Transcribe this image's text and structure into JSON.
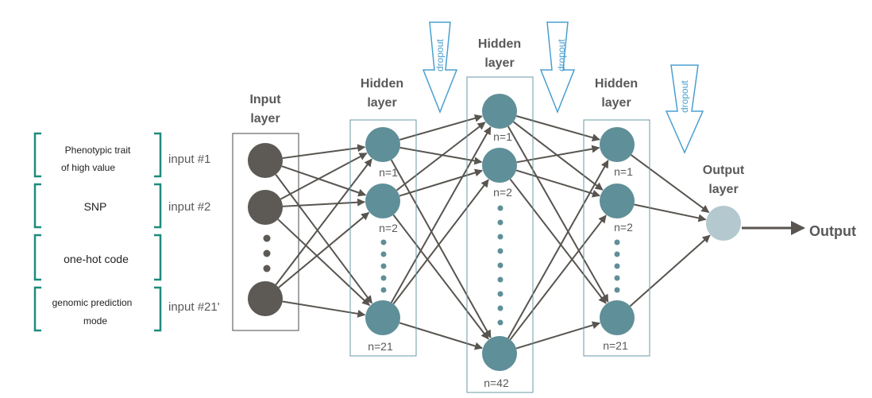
{
  "colors": {
    "input_node": "#5d5955",
    "hidden_node": "#5f8f98",
    "output_node": "#b3c9cf",
    "box_border_teal": "#1f8a7e",
    "dropout_arrow": "#4a9fd0",
    "edge": "#58544f",
    "layer_frame": "#4a4a4a",
    "hidden_frame": "#6a9aa4"
  },
  "inputs": [
    {
      "lines": [
        "Phenotypic trait",
        "of high value"
      ],
      "label": "input #1"
    },
    {
      "lines": [
        "SNP"
      ],
      "label": "input #2"
    },
    {
      "lines": [
        "one-hot code"
      ],
      "label": ""
    },
    {
      "lines": [
        "genomic prediction",
        "mode"
      ],
      "label": "input #21'"
    }
  ],
  "layers": {
    "input": {
      "title": [
        "Input",
        "layer"
      ]
    },
    "hidden1": {
      "title": [
        "Hidden",
        "layer"
      ],
      "labels": [
        "n=1",
        "n=2",
        "n=21"
      ]
    },
    "hidden2": {
      "title": [
        "Hidden",
        "layer"
      ],
      "labels": [
        "n=1",
        "n=2",
        "n=42"
      ]
    },
    "hidden3": {
      "title": [
        "Hidden",
        "layer"
      ],
      "labels": [
        "n=1",
        "n=2",
        "n=21"
      ]
    },
    "output": {
      "title": [
        "Output",
        "layer"
      ]
    }
  },
  "dropout_label": "dropout",
  "output_label": "Output"
}
